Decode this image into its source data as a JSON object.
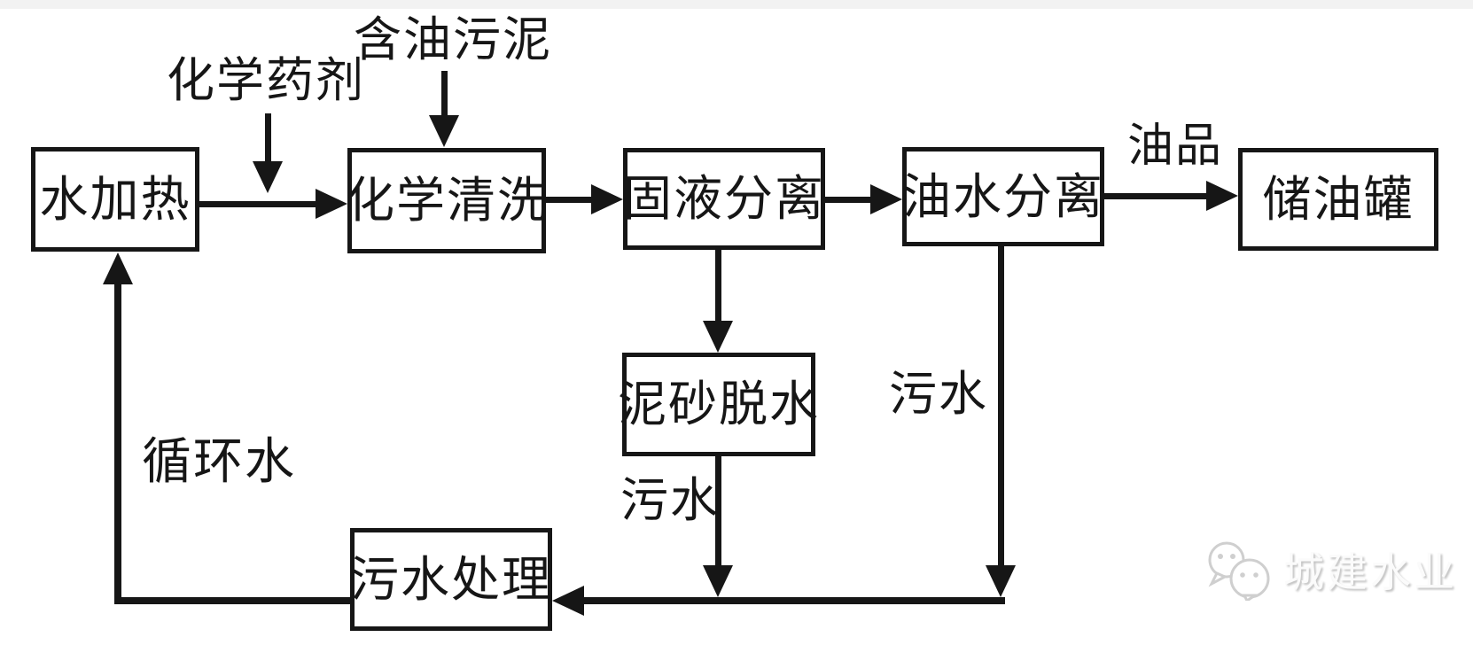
{
  "diagram": {
    "nodes": {
      "water_heating": "水加热",
      "chemical_cleaning": "化学清洗",
      "solid_liquid_separation": "固液分离",
      "oil_water_separation": "油水分离",
      "oil_storage_tank": "储油罐",
      "sludge_sand_dewatering": "泥砂脱水",
      "wastewater_treatment": "污水处理"
    },
    "flow_labels": {
      "chemical_agent": "化学药剂",
      "oily_sludge": "含油污泥",
      "oil_product": "油品",
      "wastewater_right": "污水",
      "wastewater_left": "污水",
      "circulating_water": "循环水"
    },
    "edges": [
      {
        "from": "水加热",
        "to": "化学清洗"
      },
      {
        "from": "化学药剂",
        "to": "化学清洗"
      },
      {
        "from": "含油污泥",
        "to": "化学清洗"
      },
      {
        "from": "化学清洗",
        "to": "固液分离"
      },
      {
        "from": "固液分离",
        "to": "油水分离"
      },
      {
        "from": "油水分离",
        "to": "储油罐",
        "label": "油品"
      },
      {
        "from": "固液分离",
        "to": "泥砂脱水"
      },
      {
        "from": "泥砂脱水",
        "to": "污水处理",
        "label": "污水"
      },
      {
        "from": "油水分离",
        "to": "污水处理",
        "label": "污水"
      },
      {
        "from": "污水处理",
        "to": "水加热",
        "label": "循环水"
      }
    ]
  },
  "watermark": {
    "text": "城建水业",
    "icon": "wechat-icon"
  },
  "colors": {
    "line": "#161616",
    "background": "#ffffff",
    "watermark_gray": "#c9c9c9"
  }
}
